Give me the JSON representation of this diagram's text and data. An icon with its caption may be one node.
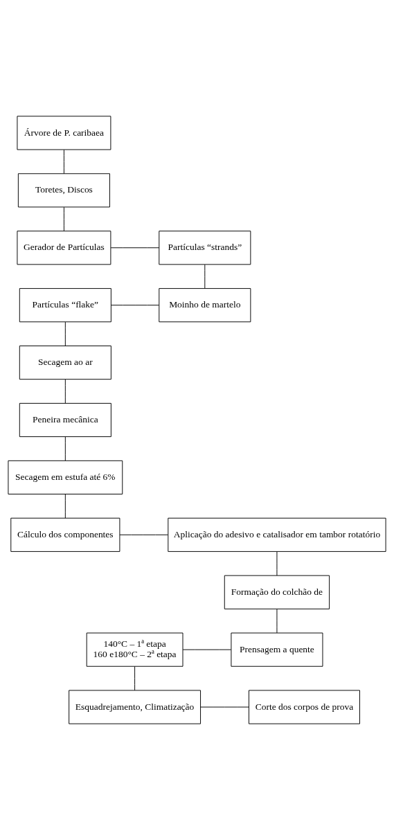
{
  "diagram": {
    "nodes": [
      {
        "text": [
          "Árvore de P. caribaea"
        ]
      },
      {
        "text": [
          "Toretes, Discos"
        ]
      },
      {
        "text": [
          "Gerador de Partículas"
        ]
      },
      {
        "text": [
          "Partículas “strands”"
        ]
      },
      {
        "text": [
          "Partículas “flake”"
        ]
      },
      {
        "text": [
          "Moinho de martelo"
        ]
      },
      {
        "text": [
          "Secagem ao ar"
        ]
      },
      {
        "text": [
          "Peneira mecânica"
        ]
      },
      {
        "text": [
          "Secagem em estufa até 6%"
        ]
      },
      {
        "text": [
          "Cálculo dos componentes"
        ]
      },
      {
        "text": [
          "Aplicação do adesivo e catalisador em tambor rotatório"
        ]
      },
      {
        "text": [
          "Formação do colchão de"
        ]
      },
      {
        "text": [
          "140°C – 1ª etapa",
          "160 e180°C – 2ª etapa"
        ]
      },
      {
        "text": [
          "Prensagem a quente"
        ]
      },
      {
        "text": [
          "Esquadrejamento, Climatização"
        ]
      },
      {
        "text": [
          "Corte dos corpos de prova"
        ]
      }
    ],
    "edges": [
      {
        "from": 0,
        "to": 1,
        "arrow": "none"
      },
      {
        "from": 1,
        "to": 2,
        "arrow": "none"
      },
      {
        "from": 2,
        "to": 3,
        "arrow": "none"
      },
      {
        "from": 3,
        "to": 5,
        "arrow": "none"
      },
      {
        "from": 5,
        "to": 4,
        "arrow": "none"
      },
      {
        "from": 4,
        "to": 6,
        "arrow": "none"
      },
      {
        "from": 6,
        "to": 7,
        "arrow": "none"
      },
      {
        "from": 7,
        "to": 8,
        "arrow": "none"
      },
      {
        "from": 8,
        "to": 9,
        "arrow": "none"
      },
      {
        "from": 9,
        "to": 10,
        "arrow": "none"
      },
      {
        "from": 10,
        "to": 11,
        "arrow": "none"
      },
      {
        "from": 11,
        "to": 13,
        "arrow": "none"
      },
      {
        "from": 13,
        "to": 12,
        "arrow": "none"
      },
      {
        "from": 12,
        "to": 14,
        "arrow": "none"
      },
      {
        "from": 14,
        "to": 15,
        "arrow": "none"
      }
    ]
  }
}
